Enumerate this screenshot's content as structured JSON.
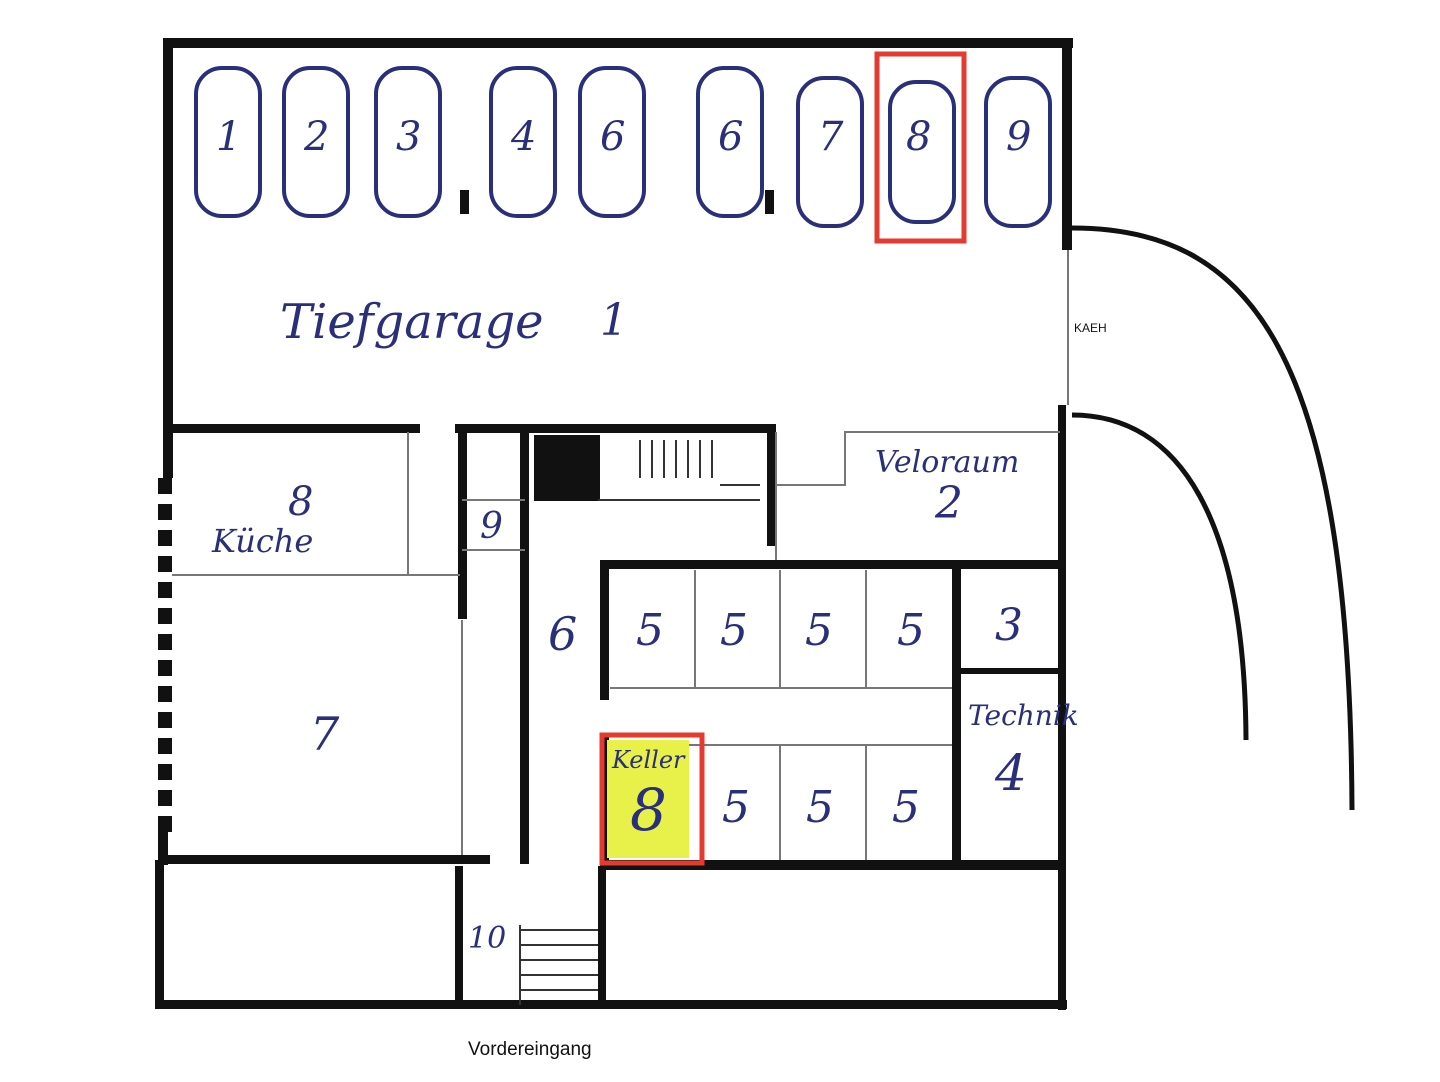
{
  "garage": {
    "label": "Tiefgarage",
    "number": "1",
    "side_label": "KAEH",
    "parking_spots": [
      "1",
      "2",
      "3",
      "4",
      "6",
      "6",
      "7",
      "8",
      "9"
    ],
    "highlighted_spot_index": 7
  },
  "rooms": {
    "kueche": {
      "number": "8",
      "label": "Küche"
    },
    "room9": "9",
    "room6": "6",
    "veloraum": {
      "label": "Veloraum",
      "number": "2"
    },
    "storage_top": [
      "5",
      "5",
      "5",
      "5"
    ],
    "room3": "3",
    "technik": {
      "label": "Technik",
      "number": "4"
    },
    "room7": "7",
    "keller": {
      "label": "Keller",
      "number": "8"
    },
    "storage_bottom": [
      "5",
      "5",
      "5"
    ],
    "entrance_stair": "10"
  },
  "entrance_label": "Vordereingang",
  "colors": {
    "highlight": "#e8f04a",
    "highlight_box": "#e53a2f",
    "ink": "#2a2f7a",
    "wall": "#111111"
  }
}
